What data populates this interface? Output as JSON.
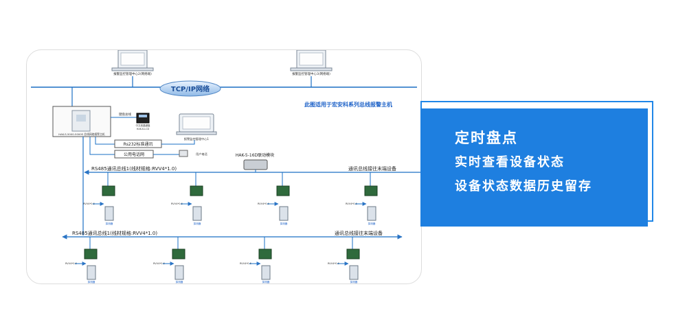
{
  "diagram": {
    "network_label": "TCP/IP网络",
    "caption": "此图适用于宏安科系列总线报警主机",
    "center_pc_label": "报警监控管理中心2(网络端)",
    "center_pc_label_right": "报警监控管理中心3(网络端)",
    "center_pc_label_local": "报警监控管理中心1",
    "host_label": "HAK-S-5000-5000S 总线网络报警主机",
    "keypad_top": "键盘总线",
    "keypad_label": "中文液晶键盘",
    "keypad_model": "HAK-K-LCD",
    "rs232_label": "Rs232标准通讯",
    "phone_network_label": "公用电话网",
    "user_phone_label": "用户电话",
    "linkage_label": "HAK-5-16D联动模块",
    "bus1_label": "RS485通讯总线1(线材规格:RVV4*1.0)",
    "bus2_label": "RS485通讯总线1(线材规格:RVV4*1.0)",
    "bus1_end": "通讯总线接往末端设备",
    "bus2_end": "通讯总线接往末端设备",
    "cable_label": "RVV4*0.5",
    "detector_label": "探测器"
  },
  "panel": {
    "title": "定时盘点",
    "line1": "实时查看设备状态",
    "line2": "设备状态数据历史留存"
  },
  "colors": {
    "panel_bg": "#1e7fe0",
    "line": "#1a6fc4",
    "caption": "#1f63c8"
  }
}
